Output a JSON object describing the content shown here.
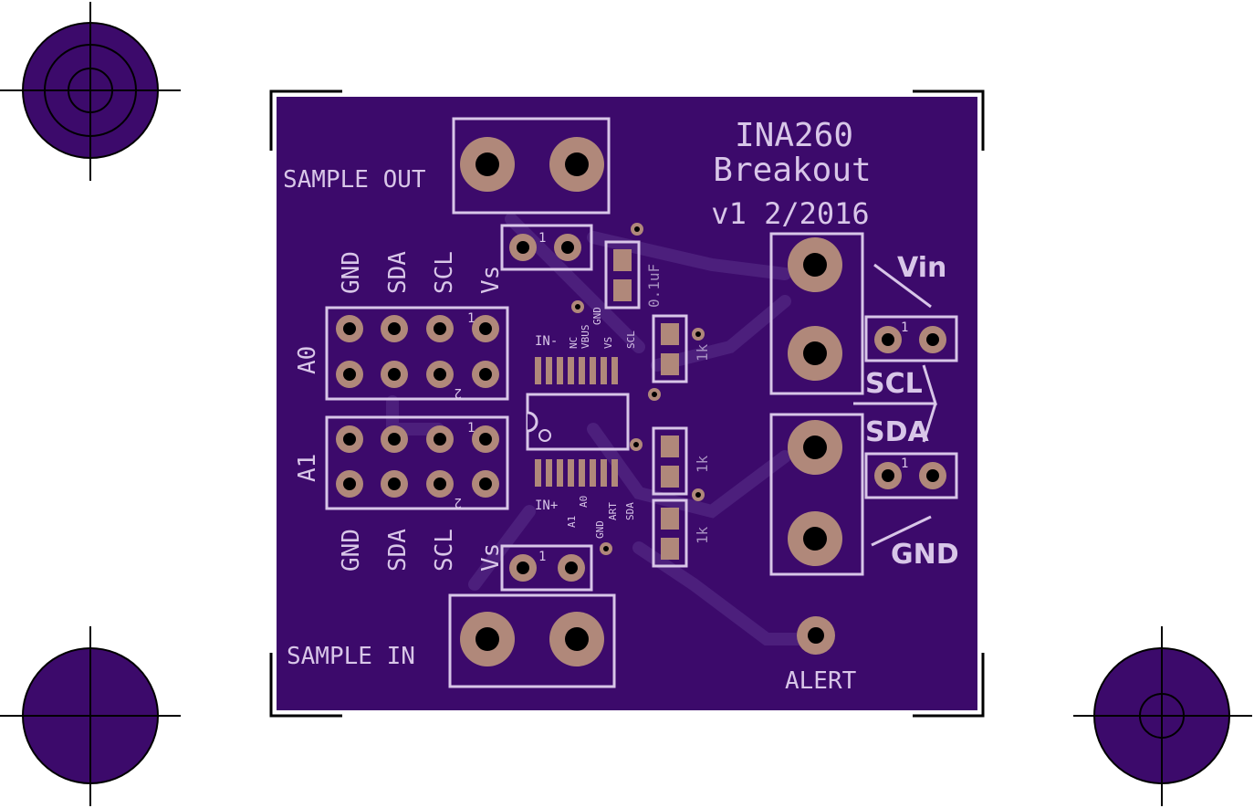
{
  "board": {
    "title_line1": "INA260",
    "title_line2": "Breakout",
    "version": "v1 2/2016"
  },
  "labels": {
    "sample_out": "SAMPLE OUT",
    "sample_in": "SAMPLE IN",
    "vin": "Vin",
    "scl": "SCL",
    "sda": "SDA",
    "gnd": "GND",
    "alert": "ALERT",
    "a0": "A0",
    "a1": "A1",
    "vs_top": "Vs",
    "vs_bottom": "Vs",
    "jumper_pin1": "1",
    "jumper_pin2": "2",
    "cap_value": "0.1uF",
    "res_value": "1k"
  },
  "header_top_pins": [
    "GND",
    "SDA",
    "SCL"
  ],
  "header_bottom_pins": [
    "GND",
    "SDA",
    "SCL"
  ],
  "ic_top_pins": [
    "IN-",
    "NC",
    "VBUS",
    "GND",
    "VS",
    "SCL"
  ],
  "ic_bottom_pins": [
    "IN+",
    "A1",
    "A0",
    "GND",
    "ART",
    "SDA"
  ],
  "colors": {
    "board": "#3c0a6b",
    "silkscreen": "#d8c6e8",
    "pad_copper": "#b0887a",
    "outline": "#000000"
  }
}
